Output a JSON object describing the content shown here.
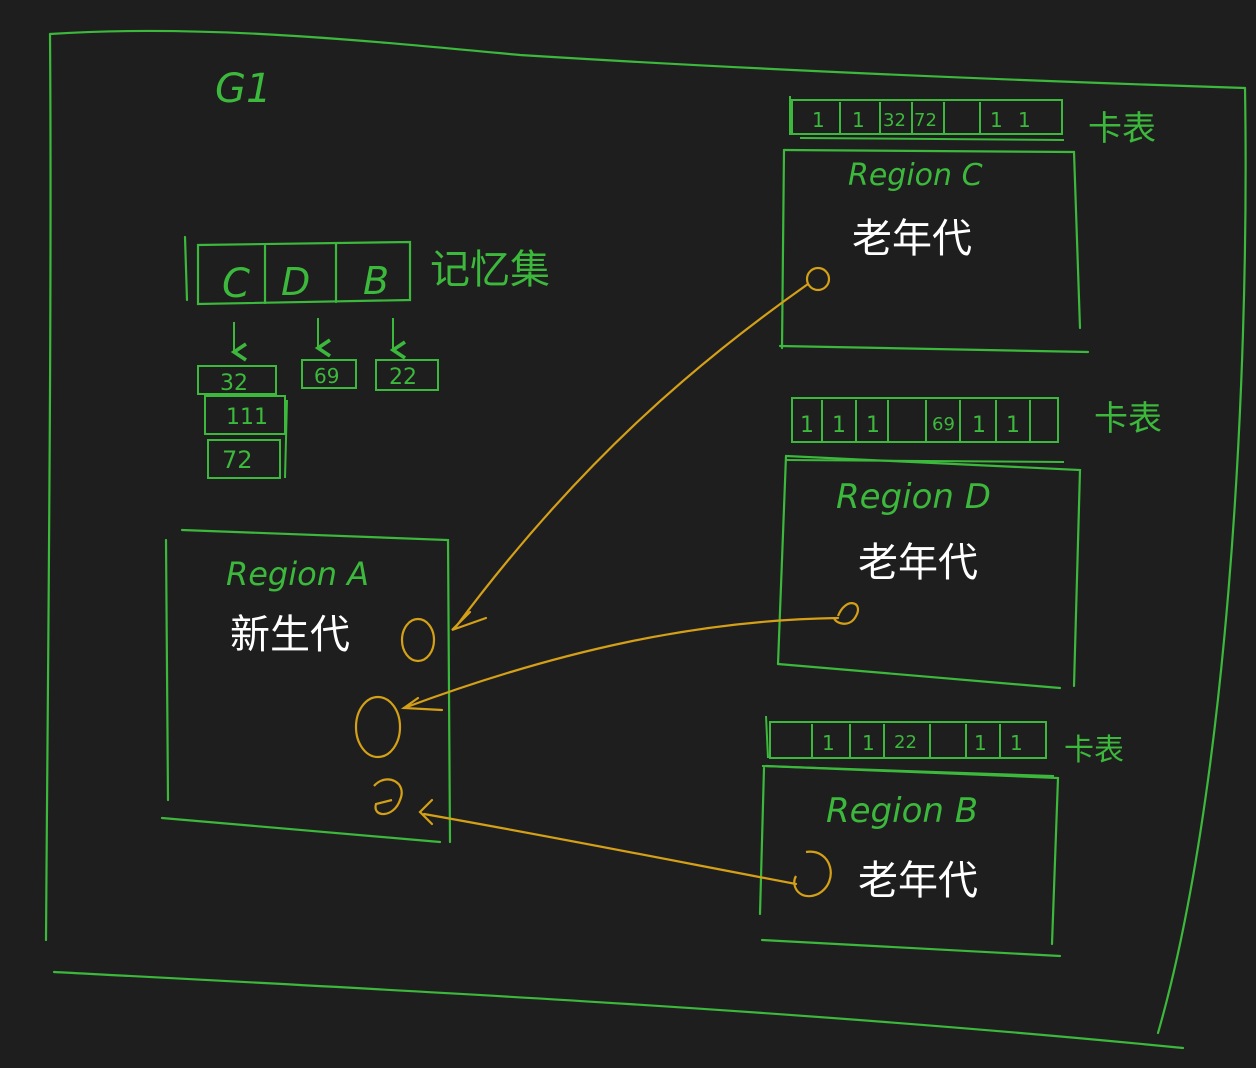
{
  "colors": {
    "background": "#1e1e1e",
    "structure": "#3cb83c",
    "pointer": "#d4a017",
    "label_white": "#ffffff"
  },
  "g1_label": "G1",
  "remembered_set": {
    "label": "记忆集",
    "entries": [
      "C",
      "D",
      "B"
    ],
    "cards": {
      "C": [
        "32",
        "111",
        "72"
      ],
      "D": [
        "69"
      ],
      "B": [
        "22"
      ]
    }
  },
  "regions": {
    "A": {
      "name": "Region A",
      "generation": "新生代"
    },
    "C": {
      "name": "Region C",
      "generation": "老年代",
      "table_label": "卡表",
      "card_marks": [
        "1",
        "1",
        "32",
        "72",
        "1",
        "1"
      ]
    },
    "D": {
      "name": "Region D",
      "generation": "老年代",
      "table_label": "卡表",
      "card_marks": [
        "1",
        "1",
        "1",
        "69",
        "1",
        "1"
      ]
    },
    "B": {
      "name": "Region B",
      "generation": "老年代",
      "table_label": "卡表",
      "card_marks": [
        "1",
        "1",
        "22",
        "1",
        "1"
      ]
    }
  }
}
